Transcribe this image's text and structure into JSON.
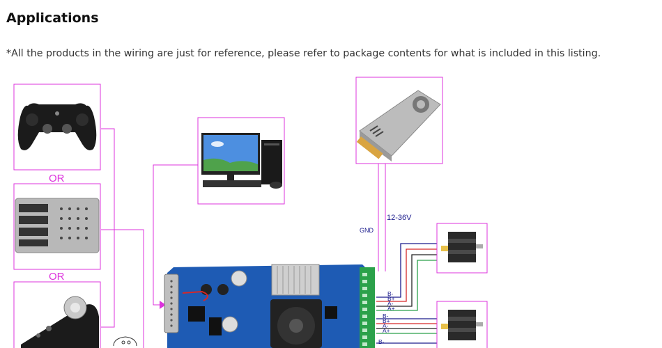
{
  "section": {
    "title": "Applications",
    "note": "*All the products in the wiring are just for reference, please refer to package contents for what is included in this listing."
  },
  "diagram": {
    "or_label_1": "OR",
    "or_label_2": "OR",
    "voltage_label": "12-36V",
    "gnd_label": "GND",
    "motor1_pins": [
      "B-",
      "B+",
      "A-",
      "A+"
    ],
    "motor2_pins": [
      "B-",
      "B+",
      "A-",
      "A+"
    ],
    "motor3_pins": [
      "B-"
    ],
    "box_color": "#dd33dd",
    "board_color": "#1e5bb4"
  }
}
